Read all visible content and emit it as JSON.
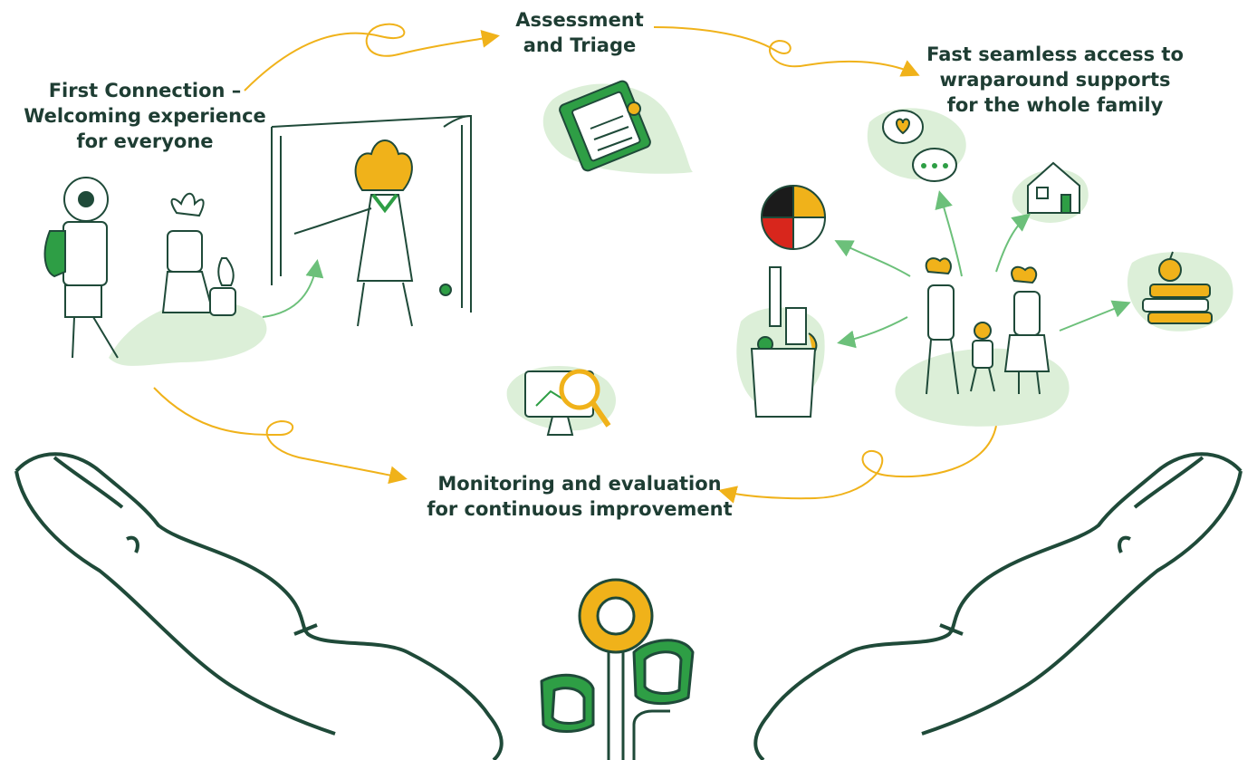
{
  "colors": {
    "dark_green": "#1f4a39",
    "accent_green": "#2e9e45",
    "light_green": "#dcefd8",
    "gold": "#f0b21a",
    "ink": "#1e3d33",
    "red": "#d8261c",
    "black": "#1b1b1b"
  },
  "stages": {
    "first_connection": "First Connection –\nWelcoming experience\nfor everyone",
    "assessment": "Assessment\nand Triage",
    "access": "Fast seamless access to\nwraparound supports\nfor the whole family",
    "monitoring": "Monitoring and evaluation\nfor continuous improvement"
  },
  "icons": [
    "clipboard-checklist-icon",
    "speech-bubble-heart-icon",
    "speech-bubble-dots-icon",
    "house-icon",
    "medicine-wheel-icon",
    "grocery-bag-icon",
    "books-apple-icon",
    "monitor-magnifier-icon",
    "open-door-icon",
    "family-icon",
    "welcoming-person-icon",
    "caring-hands-icon",
    "sprout-logo-icon"
  ]
}
